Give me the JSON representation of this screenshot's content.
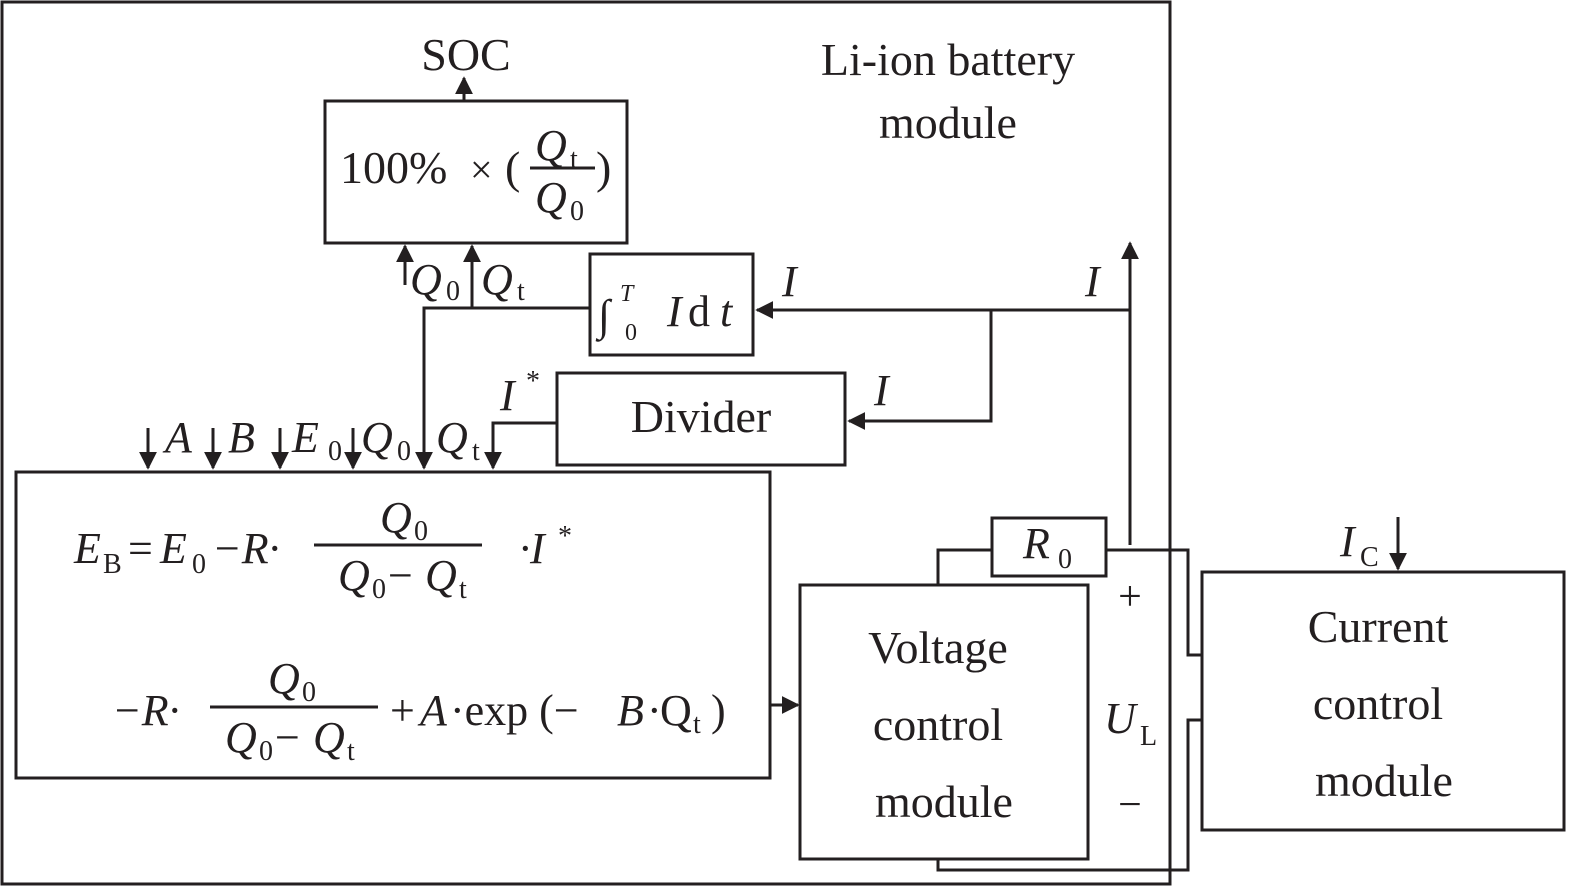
{
  "outer_label": {
    "line1": "Li-ion battery",
    "line2": "module"
  },
  "soc": {
    "output": "SOC",
    "formula_prefix": "100%",
    "times": "×",
    "open_paren": "(",
    "close_paren": ")",
    "numerator_var": "Q",
    "numerator_sub": "t",
    "denominator_var": "Q",
    "denominator_sub": "0"
  },
  "integrator": {
    "sign": "∫",
    "lower": "0",
    "upper": "T",
    "var": "I",
    "d": "d",
    "t": "t"
  },
  "divider": {
    "label": "Divider",
    "output": "I",
    "output_sup": "*"
  },
  "signals": {
    "I_in": "I",
    "I_to_integrator": "I",
    "I_to_divider": "I",
    "Q0_var": "Q",
    "Q0_sub": "0",
    "Qt_var": "Q",
    "Qt_sub": "t",
    "A": "A",
    "B": "B",
    "E0_var": "E",
    "E0_sub": "0"
  },
  "equation": {
    "EB_var": "E",
    "EB_sub": "B",
    "eq": "=",
    "E0_var": "E",
    "E0_sub": "0",
    "minus_R": "−R·",
    "frac_num_var": "Q",
    "frac_num_sub": "0",
    "den_a_var": "Q",
    "den_a_sub": "0",
    "den_minus": "−",
    "den_b_var": "Q",
    "den_b_sub": "t",
    "times_I": "·",
    "I_var": "I",
    "I_sup": "*",
    "line2_minus_R": "−R·",
    "plus_A": "+",
    "A_var": "A",
    "dot_exp": "·exp (−",
    "B_var": "B",
    "dot": "·",
    "Q_tail": "Q",
    "Q_tail_sub": "t",
    "close": ")"
  },
  "resistor": {
    "var": "R",
    "sub": "0"
  },
  "voltage_module": {
    "line1": "Voltage",
    "line2": "control",
    "line3": "module"
  },
  "terminals": {
    "plus": "+",
    "UL_var": "U",
    "UL_sub": "L",
    "minus": "−"
  },
  "current_module": {
    "line1": "Current",
    "line2": "control",
    "line3": "module",
    "input_var": "I",
    "input_sub": "C"
  }
}
